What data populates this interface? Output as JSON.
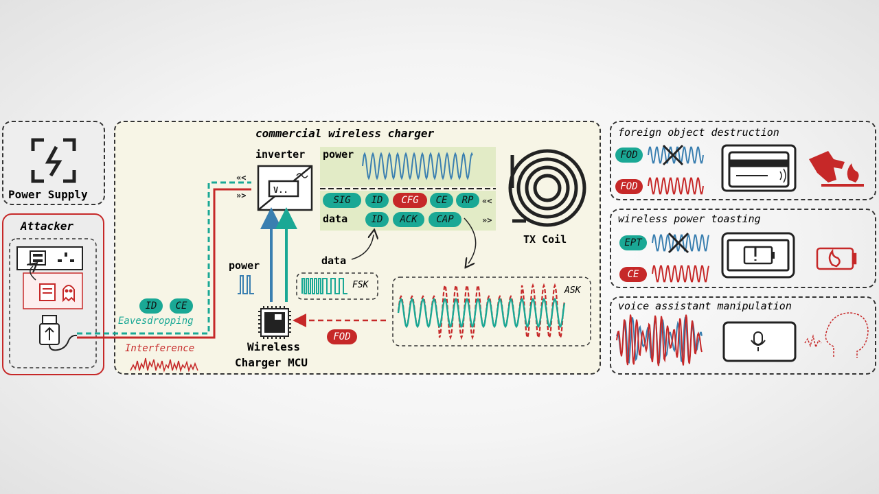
{
  "power_supply": {
    "label": "Power Supply"
  },
  "attacker": {
    "label": "Attacker",
    "eavesdropping_label": "Eavesdropping",
    "interference_label": "Interference",
    "pills": [
      "ID",
      "CE"
    ]
  },
  "charger": {
    "title": "commercial wireless charger",
    "inverter_label": "inverter",
    "power_row_label": "power",
    "data_row_label": "data",
    "rx_packets": [
      "SIG",
      "ID",
      "CFG",
      "CE",
      "RP"
    ],
    "tx_packets": [
      "ID",
      "ACK",
      "CAP"
    ],
    "coil_label": "TX Coil",
    "power_label": "power",
    "data_label": "data",
    "fsk_label": "FSK",
    "ask_label": "ASK",
    "fod_label": "FOD",
    "mcu_label_line1": "Wireless",
    "mcu_label_line2": "Charger MCU"
  },
  "attacks": [
    {
      "title": "foreign object destruction",
      "pill_top": "FOD",
      "pill_bottom": "FOD"
    },
    {
      "title": "wireless power toasting",
      "pill_top": "EPT",
      "pill_bottom": "CE"
    },
    {
      "title": "voice assistant manipulation"
    }
  ],
  "colors": {
    "teal": "#1aa895",
    "red": "#c62828",
    "blue": "#3a7fb0",
    "panel_bg": "#f7f5e6",
    "band_bg": "#e2ebc6",
    "attacker_bg": "#ededed"
  }
}
